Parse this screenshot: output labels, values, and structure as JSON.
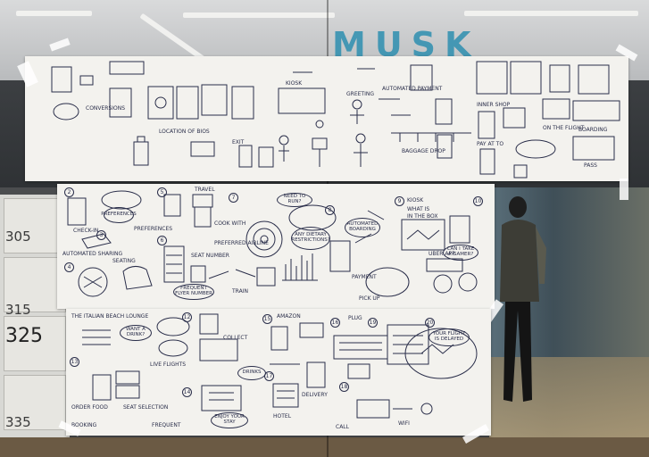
{
  "scene": {
    "signage": "MUSK",
    "locker_numbers": [
      "305",
      "315",
      "325",
      "335"
    ]
  },
  "sheet_top": {
    "labels": [
      {
        "text": "CONVERSIONS"
      },
      {
        "text": "LOCATION OF BIOS"
      },
      {
        "text": "EXIT"
      },
      {
        "text": "KIOSK"
      },
      {
        "text": "GREETING"
      },
      {
        "text": "AUTOMATED PAYMENT"
      },
      {
        "text": "BAGGAGE DROP"
      },
      {
        "text": "INNER SHOP"
      },
      {
        "text": "PAY AT TO"
      },
      {
        "text": "ON THE FLIGHT"
      },
      {
        "text": "BOARDING"
      },
      {
        "text": "PASS"
      }
    ]
  },
  "sheet_middle": {
    "numbers": [
      "2",
      "3",
      "4",
      "5",
      "6",
      "7",
      "8",
      "9",
      "10"
    ],
    "labels": [
      {
        "text": "CHECK-IN"
      },
      {
        "text": "PREFERENCES"
      },
      {
        "text": "SEATING"
      },
      {
        "text": "TRAVEL"
      },
      {
        "text": "COOK WITH"
      },
      {
        "text": "SEAT NUMBER"
      },
      {
        "text": "PREFERRED AIRLINE"
      },
      {
        "text": "AUTOMATED SHARING"
      },
      {
        "text": "TRAIN"
      },
      {
        "text": "KIOSK"
      },
      {
        "text": "UBER APP"
      },
      {
        "text": "PAYMENT"
      },
      {
        "text": "WHAT IS"
      },
      {
        "text": "IN THE BOX"
      },
      {
        "text": "PICK UP"
      }
    ],
    "bubbles": [
      {
        "text": "PREFERENCES"
      },
      {
        "text": "NEED TO RUN?"
      },
      {
        "text": "AUTOMATED BOARDING"
      },
      {
        "text": "CAN I TAKE A GAMER?"
      },
      {
        "text": "ANY DIETARY RESTRICTIONS?"
      },
      {
        "text": "FREQUENT FLYER NUMBER"
      }
    ]
  },
  "sheet_bottom": {
    "numbers": [
      "12",
      "13",
      "14",
      "15",
      "16",
      "17",
      "18",
      "19",
      "20"
    ],
    "labels": [
      {
        "text": "THE ITALIAN BEACH LOUNGE"
      },
      {
        "text": "LIVE FLIGHTS"
      },
      {
        "text": "ORDER FOOD"
      },
      {
        "text": "SEAT SELECTION"
      },
      {
        "text": "AMAZON"
      },
      {
        "text": "PLUG"
      },
      {
        "text": "COLLECT"
      },
      {
        "text": "DELIVERY"
      },
      {
        "text": "HOTEL"
      },
      {
        "text": "CALL"
      },
      {
        "text": "WIFI"
      },
      {
        "text": "BOOKING"
      },
      {
        "text": "FREQUENT"
      }
    ],
    "bubbles": [
      {
        "text": "WANT A DRINK?"
      },
      {
        "text": "DRINKS"
      },
      {
        "text": "ENJOY YOUR STAY"
      },
      {
        "text": "YOUR FLIGHT IS DELAYED"
      }
    ]
  }
}
